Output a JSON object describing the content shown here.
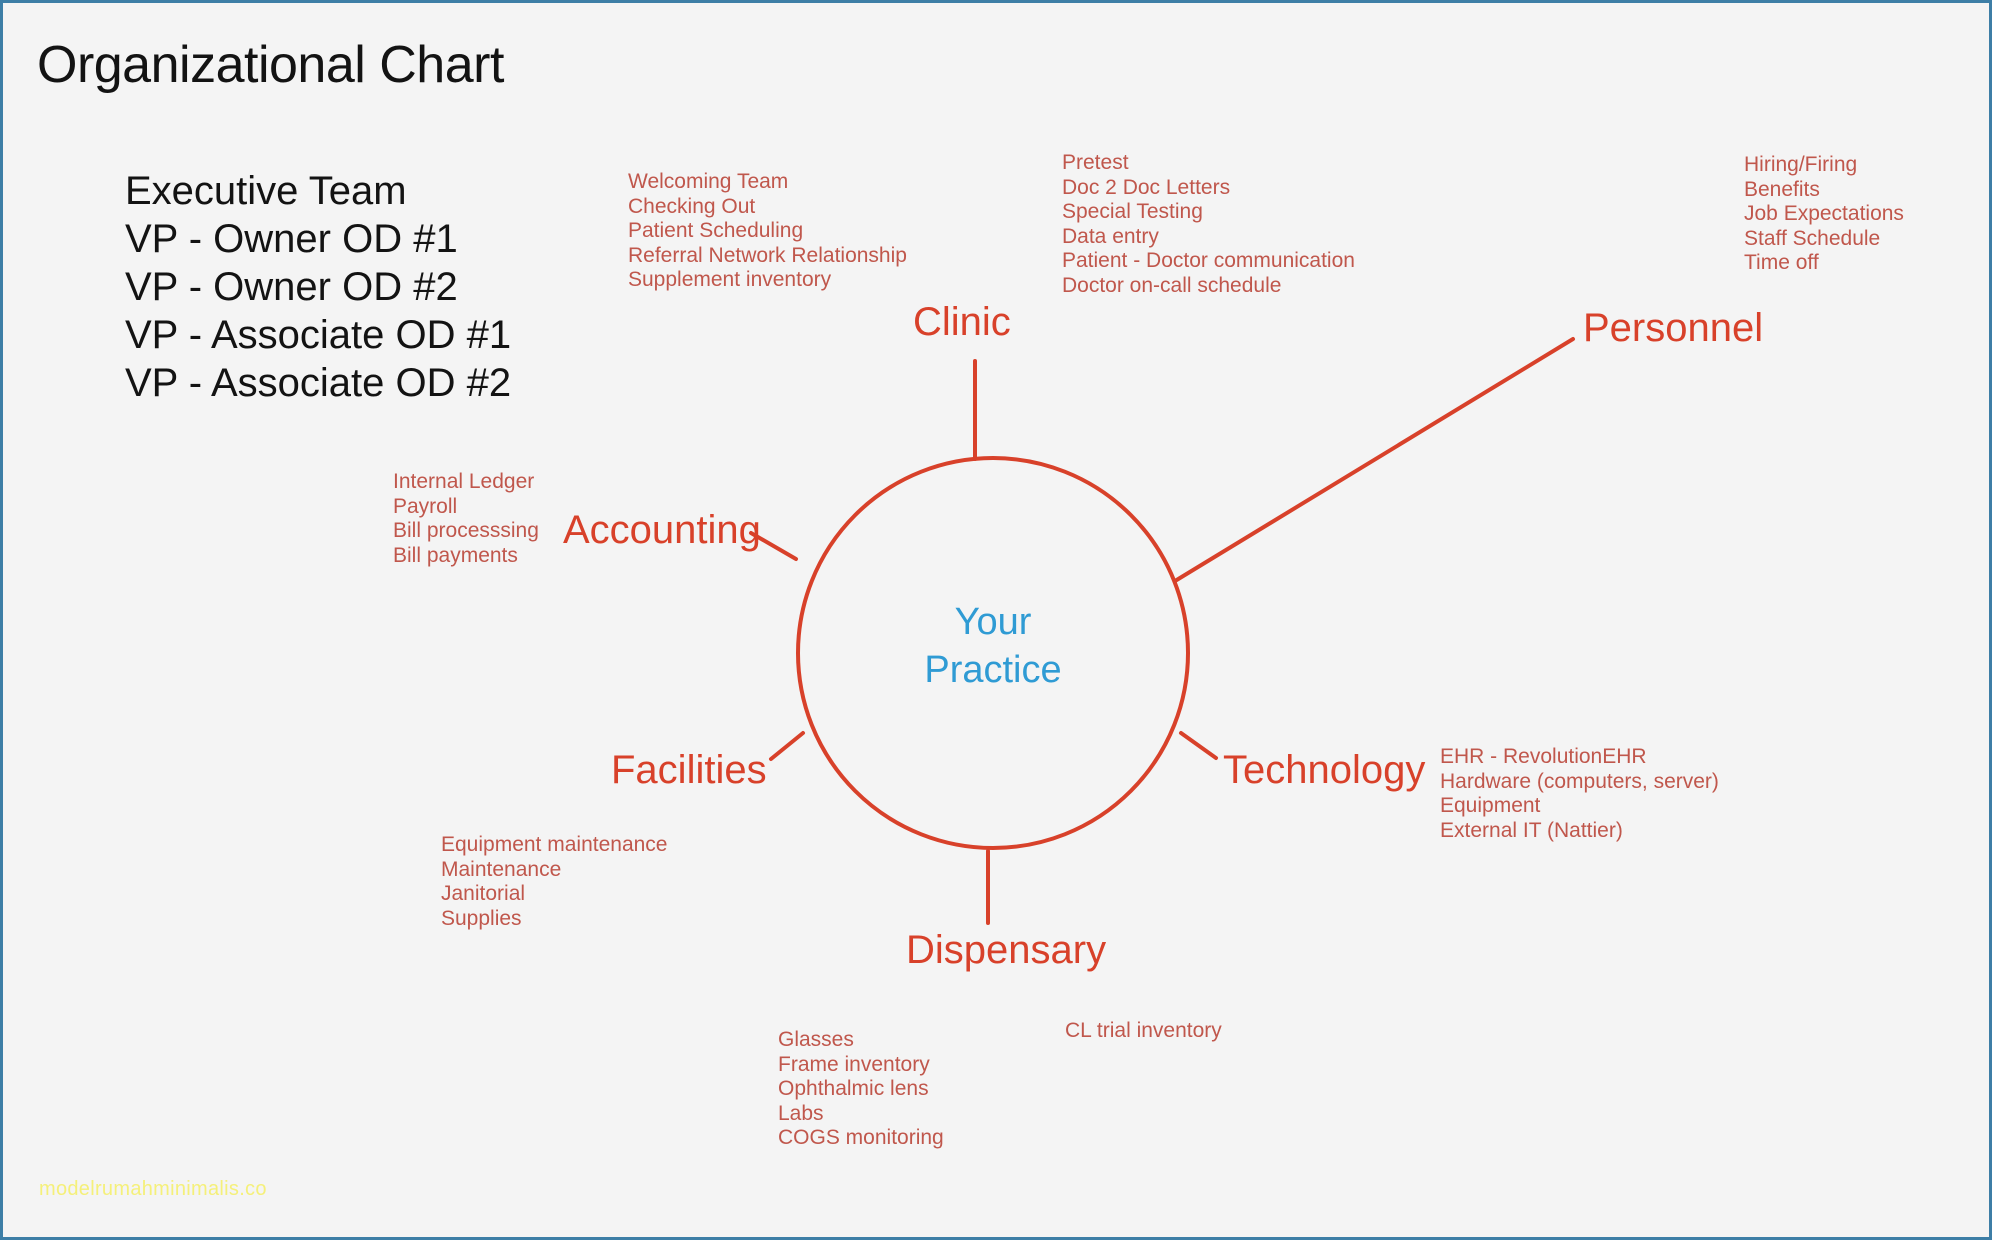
{
  "page": {
    "title": "Organizational Chart",
    "watermark": "modelrumahminimalis.co",
    "border_color": "#3d7ea6",
    "background_color": "#f4f4f4"
  },
  "colors": {
    "branch": "#d8412a",
    "detail": "#c0574c",
    "hub_text": "#2f9bd4",
    "title": "#131313",
    "watermark": "#f5f07a"
  },
  "executive": {
    "heading": "Executive Team",
    "roles": [
      "VP - Owner OD #1",
      "VP - Owner OD #2",
      "VP - Associate OD #1",
      "VP - Associate OD #2"
    ]
  },
  "hub": {
    "line1": "Your",
    "line2": "Practice"
  },
  "branches": {
    "clinic": {
      "label": "Clinic",
      "items_col1": [
        "Welcoming Team",
        "Checking Out",
        "Patient Scheduling",
        "Referral Network Relationship",
        "Supplement inventory"
      ],
      "items_col2": [
        "Pretest",
        "Doc 2 Doc Letters",
        "Special Testing",
        "Data entry",
        "Patient - Doctor communication",
        "Doctor on-call schedule"
      ]
    },
    "personnel": {
      "label": "Personnel",
      "items": [
        "Hiring/Firing",
        "Benefits",
        "Job Expectations",
        "Staff Schedule",
        "Time off"
      ]
    },
    "accounting": {
      "label": "Accounting",
      "items": [
        "Internal Ledger",
        "Payroll",
        "Bill processsing",
        "Bill payments"
      ]
    },
    "technology": {
      "label": "Technology",
      "items": [
        "EHR - RevolutionEHR",
        "Hardware (computers, server)",
        "Equipment",
        "External IT (Nattier)"
      ]
    },
    "facilities": {
      "label": "Facilities",
      "items": [
        "Equipment maintenance",
        "Maintenance",
        "Janitorial",
        "Supplies"
      ]
    },
    "dispensary": {
      "label": "Dispensary",
      "items_col1": [
        "Glasses",
        "Frame inventory",
        "Ophthalmic lens",
        "Labs",
        "COGS monitoring"
      ],
      "items_col2": [
        "CL trial inventory"
      ]
    }
  }
}
